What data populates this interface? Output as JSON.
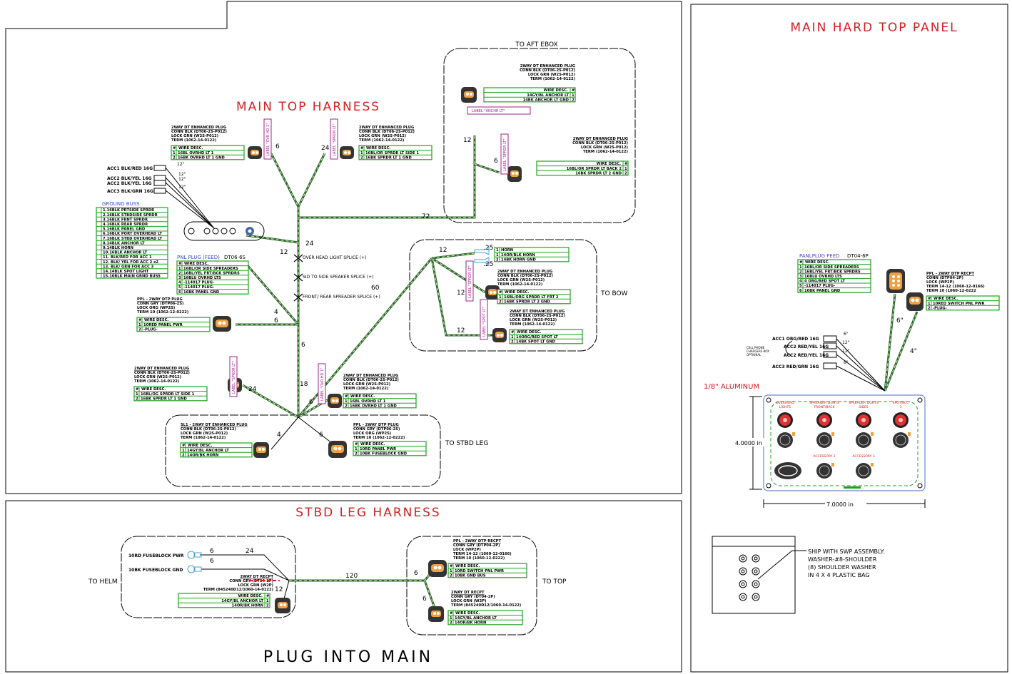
{
  "titles": {
    "main_top": "MAIN TOP HARNESS",
    "stbd_leg": "STBD LEG HARNESS",
    "plug_into_main": "PLUG INTO MAIN",
    "main_panel": "MAIN HARD TOP PANEL"
  },
  "regions": {
    "to_aft_ebox": "TO AFT EBOX",
    "to_bow": "TO BOW",
    "to_stbd_leg": "TO STBD LEG",
    "to_helm": "TO HELM",
    "to_top": "TO TOP"
  },
  "acc_left": [
    "ACC1 BLK/RED 16G",
    "ACC2 BLK/YEL 16G",
    "ACC2 BLK/YEL 16G",
    "ACC3 BLK/GRN 16G"
  ],
  "acc_left_len": [
    "12\"",
    "12\"",
    "12\"",
    "12\""
  ],
  "ground_buss": {
    "title": "GROUND BUSS",
    "rows": [
      "1.16BLK PRTSIDE SPRDR",
      "2.16BLK STBDSIDE SPRDR",
      "3.16BLK FRNT SPRDR",
      "4.16BLK REAR SPRDR",
      "5.16BLK PANEL GND",
      "6.16BLK PORT OVERHEAD LT",
      "7.16BLK STBD OVERHEAD LT",
      "8.14BLK ANCHOR LT",
      "9.14BLK HORN",
      "10.16BLK ANCHOR LT",
      "11. BLK/RED FOR ACC 1",
      "12. BLK/ YEL FOR ACC 2 x2",
      "13. BLK/ GRN FOR ACC 3",
      "14.14BLK SPOT LIGHT",
      "15.10BLK MAIN GRND BUSS"
    ]
  },
  "pnl_plug": {
    "title": "PNL PLUG (FEED)",
    "part": "DT06-6S",
    "header": "WIRE DESC.",
    "rows": [
      "1|16BL/OR SIDE SPREADERS",
      "2|16BL/YEL FRT/BCK SPRDRS",
      "3|16BLU OVRHD LTS",
      "4|-114017 PLUG-",
      "5|-114017 PLUG-",
      "6|16BK PANEL GND"
    ]
  },
  "conn_ovrhd1": {
    "spec": [
      "2WAY DT ENHANCED PLUG",
      "CONN BLK (DT06-2S-P012)",
      "LOCK GRN (W2S-P012)",
      "TERM (1062-14-0122)"
    ],
    "header": "WIRE DESC.",
    "rows": [
      "1|16BL OVRHD LT 1",
      "2|16BK OVRHD LT 1 GND"
    ],
    "tag": "LABEL \"OVR HD 1\""
  },
  "conn_sprdr_side1": {
    "spec": [
      "2WAY DT ENHANCED PLUG",
      "CONN BLK (DT06-2S-P012)",
      "LOCK GRN (W2S-P012)",
      "TERM (1062-14-0122)"
    ],
    "header": "WIRE DESC.",
    "rows": [
      "1|16BL/OR SPRDR LT SIDE 1",
      "2|16BK SPRDR LT 1 GND"
    ],
    "tag": "LABEL \"SPRDR LT\""
  },
  "conn_anchor": {
    "spec": [
      "2WAY DT ENHANCED PLUG",
      "CONN BLK (DT06-2S-P012)",
      "LOCK GRN (W2S-P012)",
      "TERM (1062-14-0122)"
    ],
    "header": "WIRE DESC.",
    "rows": [
      "1|14GY/BL ANCHOR LT",
      "2|14BK ANCHOR LT GND"
    ],
    "tag": "LABEL \"ANCHR LT\""
  },
  "conn_sprdr_back2": {
    "spec": [
      "2WAY DT ENHANCED PLUG",
      "CONN BLK (DT06-2S-P012)",
      "LOCK GRN (W2S-P012)",
      "TERM (1062-14-0122)"
    ],
    "header": "WIRE DESC.",
    "rows": [
      "1|16BL/OR SPRDR LT BACK 2",
      "2|16BK SPRDR LT 2 GND"
    ],
    "tag": "LABEL \"SPRDR LT\""
  },
  "conn_horn": {
    "rows": [
      "1|HORN",
      "1|14OR/BLK HORN",
      "2|14BK HORN GND"
    ]
  },
  "conn_sprdr_frt2": {
    "spec": [
      "2WAY DT ENHANCED PLUG",
      "CONN BLK (DT06-2S-P012)",
      "LOCK GRN (W2S-P012)",
      "TERM (1062-14-0122)"
    ],
    "header": "WIRE DESC.",
    "rows": [
      "1|16BL/ORG SPRDR LT FRT 2",
      "2|16BK SPRDR LT 2 GND"
    ],
    "tag": "LABEL \"SPRDR LT\""
  },
  "conn_spot": {
    "spec": [
      "2WAY DT ENHANCED PLUG",
      "CONN BLK (DT06-2S-P012)",
      "LOCK GRN (W2S-P012)",
      "TERM (1062-14-0122)"
    ],
    "header": "WIRE DESC.",
    "rows": [
      "1|14ORG/RED SPOT LT",
      "2|14BK SPOT LT GND"
    ],
    "tag": "LABEL \"SPOT LT\""
  },
  "conn_ppl_panel": {
    "spec": [
      "PPL - 2WAY DTP PLUG",
      "CONN GRY (DTP06-2S)",
      "LOCK ORG (WP2S)",
      "TERM 10 (1062-12-0222)"
    ],
    "header": "WIRE DESC.",
    "rows": [
      "1|10RED PANEL PWR",
      "2|-PLUG-"
    ]
  },
  "conn_sprdr_side1b": {
    "spec": [
      "2WAY DT ENHANCED PLUG",
      "CONN BLK (DT06-2S-P012)",
      "LOCK GRN (W2S-P012)",
      "TERM (1062-14-0122)"
    ],
    "header": "WIRE DESC.",
    "rows": [
      "1|16BL/OG SPRDR LT SIDE 1",
      "2|16BK SPRDR LT 1 GND"
    ],
    "tag": "LABEL \"SPRDR LT\""
  },
  "conn_ovrhd2": {
    "spec": [
      "2WAY DT ENHANCED PLUG",
      "CONN BLK (DT06-2S-P012)",
      "LOCK GRN (W2S-P012)",
      "TERM (1062-14-0122)"
    ],
    "header": "WIRE DESC.",
    "rows": [
      "1|16BL OVRHD LT 1",
      "2|16BK OVRHD LT 1 GND"
    ],
    "tag": "LABEL \"OVR HD 1\""
  },
  "conn_sl1": {
    "spec": [
      "SL1 - 2WAY DT ENHANCED PLUG",
      "CONN BLK (DT06-2S-P012)",
      "LOCK GRN (W2S-P012)",
      "TERM (1062-14-0122)"
    ],
    "header": "WIRE DESC.",
    "rows": [
      "1|14GY/BL ANCHOR LT",
      "2|14OR/BK HORN"
    ]
  },
  "conn_ppl_fuse": {
    "spec": [
      "PPL - 2WAY DTP PLUG",
      "CONN GRY (DTP06-2S)",
      "LOCK ORG (WP2S)",
      "TERM 10 (1062-12-0222)"
    ],
    "header": "WIRE DESC.",
    "rows": [
      "1|10RD PANEL PWR",
      "2|10BK FUSEBLOCK GND"
    ]
  },
  "splices": [
    "OVER HEAD LIGHT SPLICE (+)",
    "SID TO SIDE SPEAKER SPLICE (+)",
    "FRONT/ REAR SPREADER SPLICE (+)"
  ],
  "lengths": {
    "a": "6",
    "b": "24",
    "c": "12",
    "d": "6",
    "e": "72",
    "f": "24",
    "g": "12",
    "h": "4",
    "i": "6",
    "j": "60",
    "k": "12",
    "l": "12",
    "m": "6",
    "n": "24",
    "o": "18",
    "p": "6",
    "q": "4",
    "r": "6",
    "s": ".25",
    "t": ".25"
  },
  "stbd": {
    "fuse_pwr": "10RD FUSEBLOCK PWR",
    "fuse_gnd": "10BK FUSEBLOCK GND",
    "len_6a": "6",
    "len_6b": "6",
    "len_24": "24",
    "len_12": "12",
    "len_120": "120",
    "len_6c": "6",
    "len_6d": "6",
    "recept1": {
      "spec": [
        "2WAY DT RECPT",
        "CONN GRY (DT04-2P)",
        "LOCK GRN (W2P)",
        "TERM (845240D12/1060-14-0122)"
      ],
      "header": "WIRE DESC.",
      "rows": [
        "1|14GY/BL ANCHOR LT",
        "2|14OR/BK HORN"
      ]
    },
    "recept_top1": {
      "spec": [
        "PPL - 2WAY DTP RECPT",
        "CONN GRY (DTP04-2P)",
        "LOCK (WP2P)",
        "TERM 14-12 (1060-12-0166)",
        "TERM 10 (1060-12-0222)"
      ],
      "header": "WIRE DESC.",
      "rows": [
        "1|10RD SWITCH PNL PWR",
        "2|10BK GND BUS"
      ]
    },
    "recept_top2": {
      "spec": [
        "2WAY DT RECPT",
        "CONN GRY (DT04-2P)",
        "LOCK GRN (W2P)",
        "TERM (845240D12/1060-14-0122)"
      ],
      "header": "WIRE DESC.",
      "rows": [
        "1|14GY/BL ANCHOR LT",
        "2|14OR/BK HORN"
      ]
    }
  },
  "panel": {
    "plug_title": "PANLPLUG FEED",
    "plug_part": "DT04-6P",
    "plug_header": "WIRE DESC.",
    "plug_rows": [
      "1|16BL/OR SIDE SPREADERS",
      "2|16BL/YEL FRT/BCK SPRDRS",
      "3|16BLU OVRHD LTS",
      "4|4 ORG/RED SPOT LT",
      "5|-114017 PLUG-",
      "6|16BK PANEL GND"
    ],
    "ppl": {
      "spec": [
        "PPL - 2WAY DTP RECPT",
        "CONN (DTP04-2P)",
        "LOCK (WP2P)",
        "TERM 14-12 (1060-12-0166)",
        "TERM 10 (1060-12-0222"
      ],
      "header": "WIRE DESC.",
      "rows": [
        "1|10RED SWITCH PNL PWR",
        "2|-PLUG-"
      ]
    },
    "len_6": "6\"",
    "len_4": "4\"",
    "acc": [
      "ACC1 ORG/RED 16G",
      "ACC2 RED/YEL 16G",
      "ACC2 RED/YEL 16G",
      "ACC3 RED/GRN 16G"
    ],
    "acc_len": [
      "6\"",
      "12\"",
      "12\"",
      "6\""
    ],
    "cell_note": [
      "CELL PHONE",
      "CHARGERS BOX",
      "OPTIONAL"
    ],
    "material": "1/8\" ALUMINUM",
    "switch_labels": [
      "OVERHEAD LIGHTS",
      "SPREADER LIGHTS FRONT/BACK",
      "SPREADER LIGHTS SIDES",
      "SPOT/ACC 1"
    ],
    "acc_labels": [
      "ACCESSORY 2",
      "ACCESSORY 3"
    ],
    "dim_h": "4.0000  in",
    "dim_w": "7.0000  in",
    "ship_note": [
      "SHIP WITH SWP ASSEMBLY:",
      "WASHER-#8-SHOULDER",
      "(8) SHOULDER WASHER",
      "IN 4 X 4 PLASTIC BAG"
    ]
  },
  "colors": {
    "title_red": "#d22020",
    "table_green": "#20a020",
    "wire_green": "#2a6a2a",
    "label_magenta": "#a0208a",
    "ground_blue": "#4444cc",
    "connector_orange": "#f0a040",
    "panel_blue": "#6a8ac8",
    "switch_red": "#e03030"
  }
}
